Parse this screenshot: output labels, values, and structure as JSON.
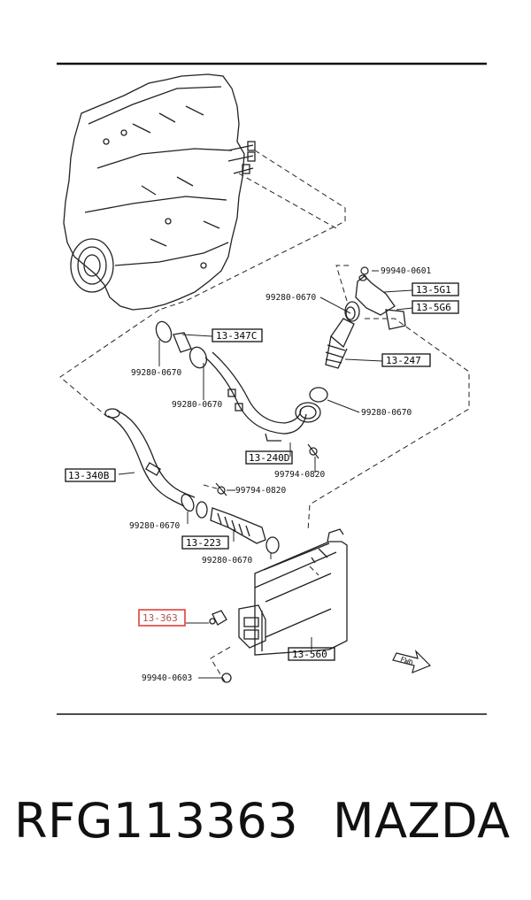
{
  "part_refs": {
    "r13_347c": "13-347C",
    "r13_5g1": "13-5G1",
    "r13_5g6": "13-5G6",
    "r13_247": "13-247",
    "r13_240d": "13-240D",
    "r13_340b": "13-340B",
    "r13_223": "13-223",
    "r13_363": "13-363",
    "r13_560": "13-560"
  },
  "part_numbers": {
    "bolt_top": "99940-0601",
    "clamp_upper_right": "99280-0670",
    "clamp_left_a": "99280-0670",
    "clamp_left_b": "99280-0670",
    "clamp_right_mid": "99280-0670",
    "bolt_mid": "99794-0820",
    "bolt_mid_left": "99794-0820",
    "clamp_lower_left": "99280-0670",
    "clamp_lower_mid": "99280-0670",
    "bolt_bottom": "99940-0603"
  },
  "fwd_label": "FWD",
  "highlight_color": "#e0403a",
  "caption": {
    "part_number": "RFG113363",
    "brand": "MAZDA"
  }
}
